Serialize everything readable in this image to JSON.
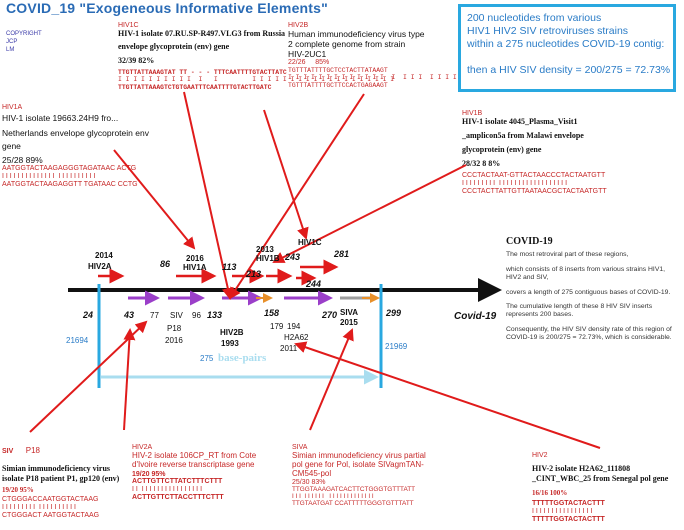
{
  "title": "COVID_19  \"Exogeneous Informative Elements\"",
  "copyright": [
    "COPYRIGHT",
    "JCP",
    "LM"
  ],
  "infobox": {
    "lines": [
      "200 nucleotides from various",
      "HIV1 HIV2 SIV retroviruses strains",
      "within a 275 nucleotides COVID-19 contig:",
      "",
      "then a HIV SIV density = 200/275 = 72.73%"
    ]
  },
  "hiv1c_box": {
    "tag": "HIV1C",
    "desc": [
      "HIV-1 isolate 07.RU.SP-R497.VLG3 from Russia",
      "envelope glycoprotein (env) gene"
    ],
    "score": "32/39   82%",
    "seq": [
      "TTGTTATTAAAGTAT TT - - - TTTCAATTTTGTACTTATC",
      "I I I I I I I I I I  I   I         I I I I I I I I I I I I I I I I I I I",
      "TTGTTATTAAAGTCTGTGAATTTCAATTTTGTACTTGATC"
    ]
  },
  "hiv2b_box": {
    "tag": "HIV2B",
    "desc": [
      "Human immunodeficiency virus type",
      "2 complete genome from strain",
      "HIV-2UC1"
    ],
    "score": "22/26     85%",
    "seq": [
      "TGTTTATTTTGCTCCTACTTATAAGT",
      "I I I I I I I I I I I I I  I  I I I  I I I I",
      "TGTTTATTTTGCTTCCACTGAGAAGT"
    ]
  },
  "hiv1a_box": {
    "tag": "HIV1A",
    "desc": [
      "HIV-1 isolate 19663.24H9 fro...",
      "Netherlands envelope glycoprotein  env",
      "gene"
    ],
    "score": "25/28   89%",
    "seq": [
      "AATGGTACTAAGAGGGTAGATAAC ACTG",
      "I I I I I I I I I I I I I I  I I I I I I I I I I",
      "AATGGTACTAAGAGGTT TGATAAC CCTG"
    ]
  },
  "hiv1b_box": {
    "tag": "HIV1B",
    "desc": [
      "HIV-1 isolate 4045_Plasma_Visit1",
      "_amplicon5a from Malawi envelope",
      "glycoprotein (env) gene"
    ],
    "score": "28/32 8 8%",
    "seq": [
      "CCCTACTAAT-GTTACTAACCCTACTAATGTT",
      "I I I I I I I I I  I I I I I I I I I I I I I I I I I I",
      "CCCTACTTATTGTTAATAACGCTACTAATGTT"
    ]
  },
  "diagram": {
    "labels": {
      "n2014": "2014",
      "hiv2a_top": "HIV2A",
      "n86": "86",
      "n2016": "2016",
      "hiv1a": "HIV1A",
      "n113": "113",
      "n2013": "2013",
      "hiv1b": "HIV1B",
      "hiv1c": "HIV1C",
      "n243": "243",
      "n213": "213",
      "n281": "281",
      "n244": "244",
      "n24": "24",
      "n43": "43",
      "n77": "77",
      "siv": "SIV",
      "n96": "96",
      "n133": "133",
      "p18": "P18",
      "y2016": "2016",
      "hiv2b": "HIV2B",
      "y1993": "1993",
      "n158": "158",
      "n179": "179",
      "n194": "194",
      "h2a62": "H2A62",
      "y2011": "2011",
      "n270": "270",
      "siva": "SIVA",
      "y2015": "2015",
      "n299": "299",
      "covid19": "Covid-19",
      "n21694": "21694",
      "n21969": "21969",
      "n275": "275",
      "bp": "base-pairs"
    }
  },
  "right_panel": {
    "title": "COVID-19",
    "paras": [
      "The most retroviral part of these regions,",
      "which consists of 8 inserts from various strains HIV1, HIV2 and SIV,",
      "covers a length of 275 contiguous bases of COVID-19.",
      "The cumulative length of these 8 HIV SIV inserts represents 200 bases.",
      "Consequently, the HIV SIV density rate of this region of COVID-19 is 200/275 = 72.73%, which is considerable."
    ]
  },
  "siv_box": {
    "tag": "SIV",
    "tag2": "P18",
    "desc": [
      "Simian immunodeficiency virus",
      "isolate P18 patient P1, gp120 (env)"
    ],
    "score": "19/20  95%",
    "seq": [
      "CTGGGACCAATGGTACTAAG",
      "I I I I I I I I I  I I I I I I I I I I",
      "CTGGGACT AATGGTACTAAG"
    ]
  },
  "hiv2a_box": {
    "tag": "HIV2A",
    "desc": [
      "HIV-2 isolate 106CP_RT from Cote",
      "d'Ivoire reverse transcriptase gene"
    ],
    "score": "19/20    95%",
    "seq": [
      "ACTTGTTCTTATCTTTCTTT",
      "I I  I I I I I I I I I I I I I I I I",
      "ACTTGTTCTTACCTTTCTTT"
    ]
  },
  "siva_box": {
    "tag": "SIVA",
    "desc": [
      "Simian immunodeficiency virus partial",
      "pol gene for Pol, isolate SIVagmTAN-",
      "CM545-pol"
    ],
    "score": "25/30   83%",
    "seq": [
      "TTGGTAAAGATCACTTCTGGGTGTTTATT",
      "I I I  I I I I I I   I I I I I I I I I I I I I",
      "TTGTAATGAT CCATTTTTGGGTGTTTATT"
    ]
  },
  "hiv2_box": {
    "tag": "HIV2",
    "desc": [
      "HIV-2 isolate H2A62_111808",
      "_CINT_WBC_25 from Senegal pol gene"
    ],
    "score": "16/16   100%",
    "seq": [
      "TTTTTGGTACTACTTT",
      "I I I I I I I I I I I I I I I I",
      "TTTTTGGTACTACTTT"
    ]
  }
}
